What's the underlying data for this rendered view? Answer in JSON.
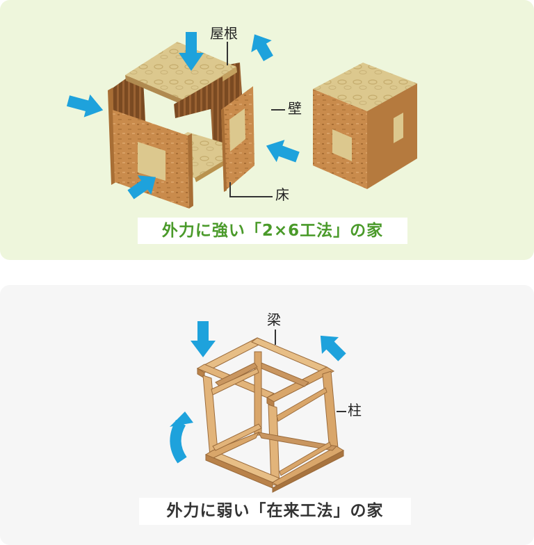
{
  "colors": {
    "top_panel_bg": "#eef6dc",
    "bottom_panel_bg": "#f6f6f6",
    "arrow": "#1ea2dc",
    "caption_strong": "#4a9a2a",
    "caption_weak": "#333333",
    "osb": "#c98b4c",
    "plywood": "#d9c48a",
    "timber": "#e2b47a",
    "timber_dark": "#b9824a"
  },
  "top_panel": {
    "labels": {
      "roof": "屋根",
      "wall": "壁",
      "floor": "床"
    },
    "caption": "外力に強い「2×6工法」の家",
    "arrows": [
      "arrow-down-icon",
      "arrow-left-down-icon",
      "arrow-right-icon",
      "arrow-left-icon",
      "arrow-up-right-icon"
    ]
  },
  "bottom_panel": {
    "labels": {
      "beam": "梁",
      "pillar": "柱"
    },
    "caption": "外力に弱い「在来工法」の家",
    "arrows": [
      "arrow-down-icon",
      "arrow-up-left-icon",
      "curved-arrow-icon"
    ]
  }
}
